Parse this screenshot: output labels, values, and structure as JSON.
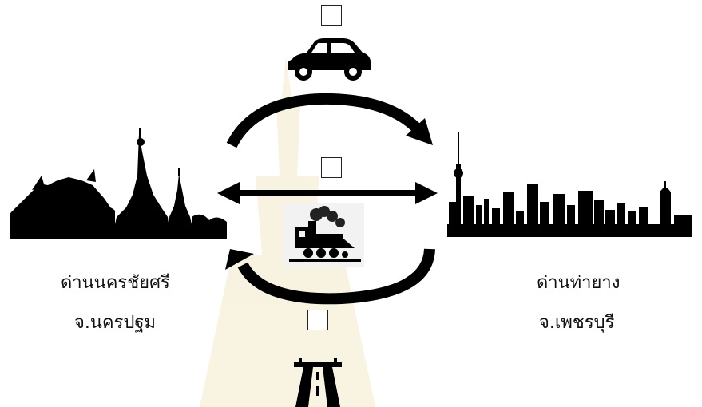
{
  "left_city": {
    "name": "ด่านนครชัยศรี",
    "province": "จ.นครปฐม"
  },
  "right_city": {
    "name": "ด่านท่ายาง",
    "province": "จ.เพชรบุรี"
  },
  "modes": [
    {
      "icon": "car-icon",
      "checked": false
    },
    {
      "icon": "train-icon",
      "checked": false
    },
    {
      "icon": "highway-icon",
      "checked": false
    }
  ],
  "colors": {
    "ink": "#000000",
    "watermark": "#d9b24a"
  }
}
